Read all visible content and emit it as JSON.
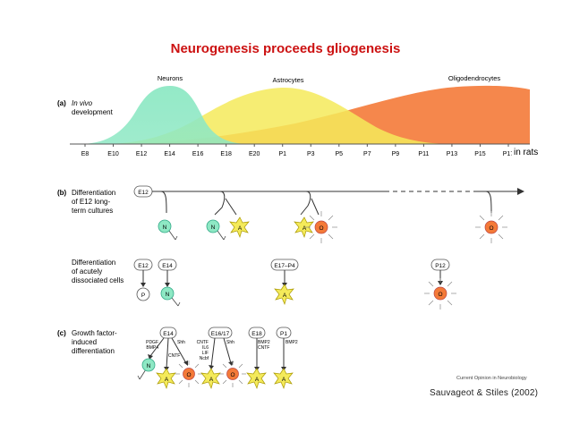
{
  "title": "Neurogenesis proceeds gliogenesis",
  "panel_a": {
    "label": "(a)",
    "desc": [
      "In vivo",
      "development"
    ],
    "curves": [
      "Neurons",
      "Astrocytes",
      "Oligodendrocytes"
    ],
    "ticks": [
      "E8",
      "E10",
      "E12",
      "E14",
      "E16",
      "E18",
      "E20",
      "P1",
      "P3",
      "P5",
      "P7",
      "P9",
      "P11",
      "P13",
      "P15",
      "P17"
    ],
    "axis_note": "in rats"
  },
  "panel_b": {
    "label": "(b)",
    "desc1": [
      "Differentiation",
      "of E12 long-",
      "term cultures"
    ],
    "desc2": [
      "Differentiation",
      "of acutely",
      "dissociated cells"
    ],
    "start": "E12",
    "acute_labels": [
      "E12",
      "E14",
      "E17–P4",
      "P12"
    ]
  },
  "panel_c": {
    "label": "(c)",
    "desc": [
      "Growth factor-",
      "induced",
      "differentiation"
    ],
    "stage_labels": [
      "E14",
      "E16/17",
      "E18",
      "P1"
    ],
    "factor_labels": [
      [
        "PDGF",
        "BMP4"
      ],
      [
        "Shh"
      ],
      [
        "CNTF"
      ],
      [
        "CNTF",
        "IL6",
        "LIF",
        "Ncbf"
      ],
      [
        "Shh"
      ],
      [
        "BMP2",
        "CNTF"
      ],
      [
        "BMP2"
      ]
    ]
  },
  "cells": {
    "neuron": "N",
    "astrocyte": "A",
    "oligodendrocyte": "O",
    "progenitor": "P"
  },
  "journal": "Current Opinion in Neurobiology",
  "credit": "Sauvageot & Stiles (2002)",
  "colors": {
    "title": "#cc1111",
    "neuron": "#8ee8c4",
    "astrocyte": "#f4ea5a",
    "oligodendrocyte": "#f47a38"
  }
}
